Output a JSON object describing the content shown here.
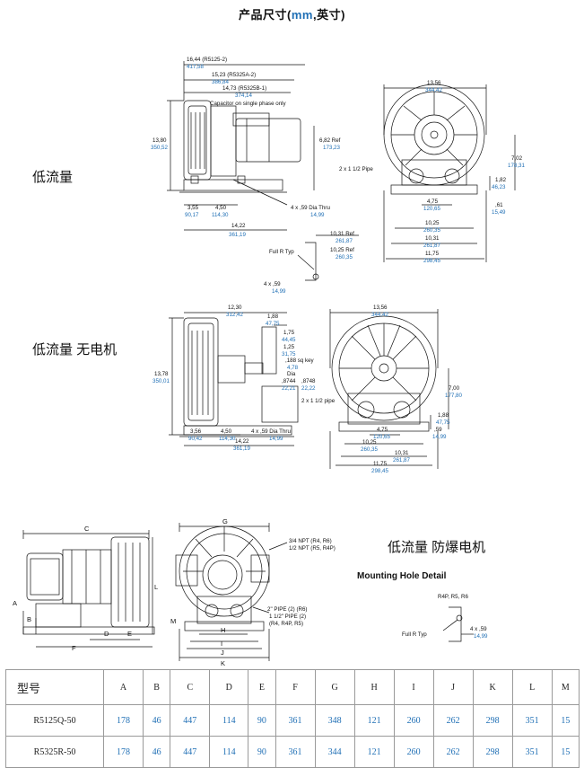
{
  "page": {
    "title_prefix": "产品尺寸(",
    "title_unit": "mm",
    "title_suffix": ",英寸)"
  },
  "sections": {
    "low_flow": "低流量",
    "low_flow_no_motor": "低流量 无电机",
    "low_flow_explosion_proof": "低流量 防爆电机",
    "mounting_hole_detail": "Mounting Hole Detail"
  },
  "drawing1": {
    "d1": "16,44 (R5125-2)",
    "d1b": "417,58",
    "d2": "15,23 (R5325A-2)",
    "d2b": "386,84",
    "d3": "14,73 (R5325B-1)",
    "d3b": "374,14",
    "capacitor": "Capacitor on single phase only",
    "h1": "13,80",
    "h1b": "350,52",
    "ref": "6,82 Ref",
    "refb": "173,23",
    "a1": "3,55",
    "a1b": "90,17",
    "a2": "4,50",
    "a2b": "114,30",
    "holes": "4 x ,59 Dia Thru",
    "holesb": "14,99",
    "w1": "14,22",
    "w1b": "361,19",
    "r1": "13,56",
    "r1b": "344,42",
    "r2": "7,02",
    "r2b": "178,31",
    "pipe": "2 x 1 1/2 Pipe",
    "r3": "1,82",
    "r3b": "46,23",
    "r4": ",61",
    "r4b": "15,49",
    "r5": "4,75",
    "r5b": "120,65",
    "r6": "10,25",
    "r6b": "260,35",
    "r7": "10,31",
    "r7b": "261,87",
    "r8": "11,75",
    "r8b": "298,45",
    "fr": "Full R Typ",
    "f1": "10,31 Ref",
    "f1b": "261,87",
    "f2": "10,25 Ref",
    "f2b": "260,35",
    "f3": "4 x ,59",
    "f3b": "14,99"
  },
  "drawing2": {
    "d1": "12,30",
    "d1b": "312,42",
    "d2": "1,88",
    "d2b": "47,75",
    "d3": "1,75",
    "d3b": "44,45",
    "d4": "1,25",
    "d4b": "31,75",
    "key": ",188 sq key",
    "keyb": "4,78",
    "dia": "Dia",
    "dia1": ",8744",
    "dia1b": "22,21",
    "dia2": ",8748",
    "dia2b": "22,22",
    "h1": "13,78",
    "h1b": "350,01",
    "pipe": "2 x 1 1/2 pipe",
    "a1": "3,56",
    "a1b": "90,42",
    "a2": "4,50",
    "a2b": "114,30",
    "holes": "4 x ,59 Dia Thru",
    "holesb": "14,99",
    "w1": "14,22",
    "w1b": "361,19",
    "r1": "13,56",
    "r1b": "344,42",
    "r2": "7,00",
    "r2b": "177,80",
    "r3": "1,88",
    "r3b": "47,75",
    "r4": ",59",
    "r4b": "14,99",
    "r5": "4,75",
    "r5b": "120,65",
    "r6": "10,25",
    "r6b": "260,35",
    "r7": "10,31",
    "r7b": "261,87",
    "r8": "11,75",
    "r8b": "298,45"
  },
  "drawing3": {
    "letters": [
      "A",
      "B",
      "C",
      "D",
      "E",
      "F",
      "G",
      "H",
      "I",
      "J",
      "K",
      "L",
      "M"
    ],
    "npt1": "3/4 NPT (R4, R6)",
    "npt2": "1/2 NPT (R5, R4P)",
    "pipe1": "2\" PIPE (2) (R6)",
    "pipe2": "1 1/2\" PIPE (2)",
    "pipe3": "(R4, R4P, R5)",
    "mh_models": "R4P, R5, R6",
    "mh_fr": "Full R Typ",
    "mh_holes": "4 x ,59",
    "mh_holesb": "14,99"
  },
  "table": {
    "header": [
      "型号",
      "A",
      "B",
      "C",
      "D",
      "E",
      "F",
      "G",
      "H",
      "I",
      "J",
      "K",
      "L",
      "M"
    ],
    "rows": [
      [
        "R5125Q-50",
        "178",
        "46",
        "447",
        "114",
        "90",
        "361",
        "348",
        "121",
        "260",
        "262",
        "298",
        "351",
        "15"
      ],
      [
        "R5325R-50",
        "178",
        "46",
        "447",
        "114",
        "90",
        "361",
        "344",
        "121",
        "260",
        "262",
        "298",
        "351",
        "15"
      ]
    ]
  }
}
